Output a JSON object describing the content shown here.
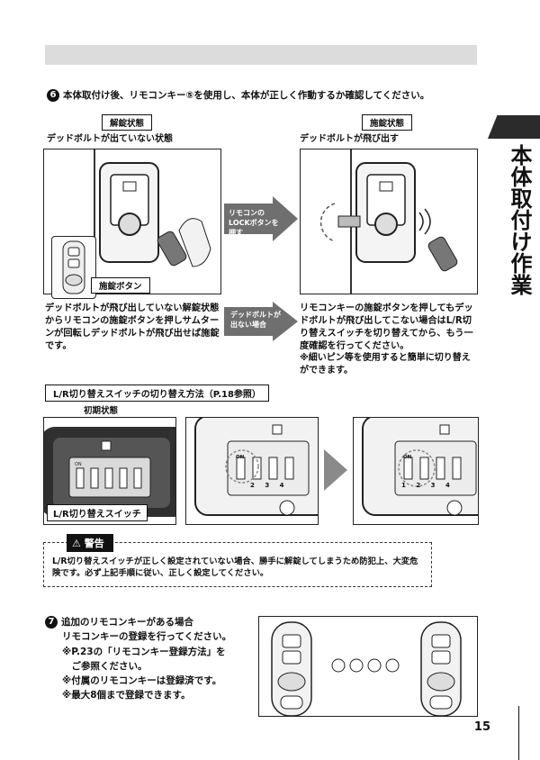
{
  "step6": {
    "number": "6",
    "text": "本体取付け後、リモコンキー⑤を使用し、本体が正しく作動するか確認してください。"
  },
  "left": {
    "tag": "解錠状態",
    "subtitle": "デッドボルトが出ていない状態",
    "callout": "施錠ボタン",
    "description": "デッドボルトが飛び出していない解錠状態からリモコンの施錠ボタンを押しサムターンが回転しデッドボルトが飛び出せば施錠です。"
  },
  "right": {
    "tag": "施錠状態",
    "subtitle": "デッドボルトが飛び出す",
    "description": "リモコンキーの施錠ボタンを押してもデッドボルトが飛び出してこない場合はL/R切り替えスイッチを切り替えてから、もう一度確認を行ってください。",
    "note": "※細いピン等を使用すると簡単に切り替えができます。"
  },
  "arrows": {
    "upper": "リモコンのLOCKボタンを押す",
    "lower": "デッドボルトが出ない場合"
  },
  "side": {
    "title": "本体取付け作業"
  },
  "lr_section": {
    "heading": "L/R切り替えスイッチの切り替え方法（P.18参照）",
    "initial_label": "初期状態",
    "switch_caption": "L/R切り替えスイッチ",
    "on_label": "ON",
    "switch_numbers": [
      "1",
      "2",
      "3",
      "4"
    ]
  },
  "warning": {
    "badge": "警告",
    "text": "L/R切り替えスイッチが正しく設定されていない場合、勝手に解錠してしまうため防犯上、大変危険です。必ず上記手順に従い、正しく設定してください。"
  },
  "step7": {
    "number": "7",
    "lines": [
      "追加のリモコンキーがある場合",
      "リモコンキーの登録を行ってください。",
      "※P.23の「リモコンキー登録方法」を",
      "　ご参照ください。",
      "※付属のリモコンキーは登録済です。",
      "※最大8個まで登録できます。"
    ]
  },
  "page_number": "15"
}
